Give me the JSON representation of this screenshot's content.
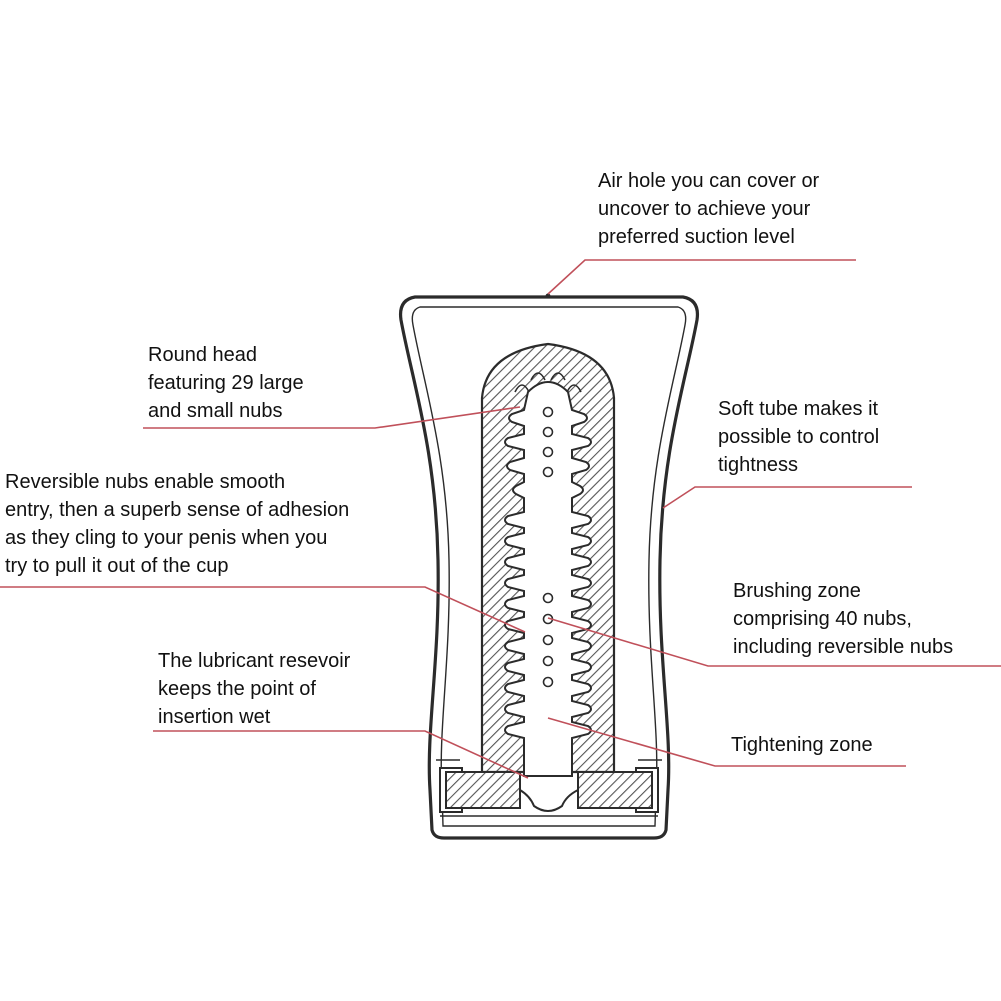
{
  "colors": {
    "outline": "#2b2b2b",
    "hatch": "#444444",
    "leader": "#c0505a",
    "text": "#111111"
  },
  "labels": {
    "air_hole": [
      "Air hole you can cover or",
      "uncover to achieve your",
      "preferred suction level"
    ],
    "round_head": [
      "Round head",
      "featuring 29 large",
      "and small nubs"
    ],
    "soft_tube": [
      "Soft tube makes it",
      "possible to control",
      "tightness"
    ],
    "reversible_nubs": [
      "Reversible nubs enable smooth",
      "entry, then a superb sense of adhesion",
      "as they cling to your penis when you",
      "try to pull it out of the cup"
    ],
    "brushing_zone": [
      "Brushing zone",
      "comprising 40 nubs,",
      "including reversible nubs"
    ],
    "lubricant_reservoir": [
      "The lubricant resevoir",
      "keeps the point of",
      "insertion wet"
    ],
    "tightening_zone": [
      "Tightening zone"
    ]
  }
}
